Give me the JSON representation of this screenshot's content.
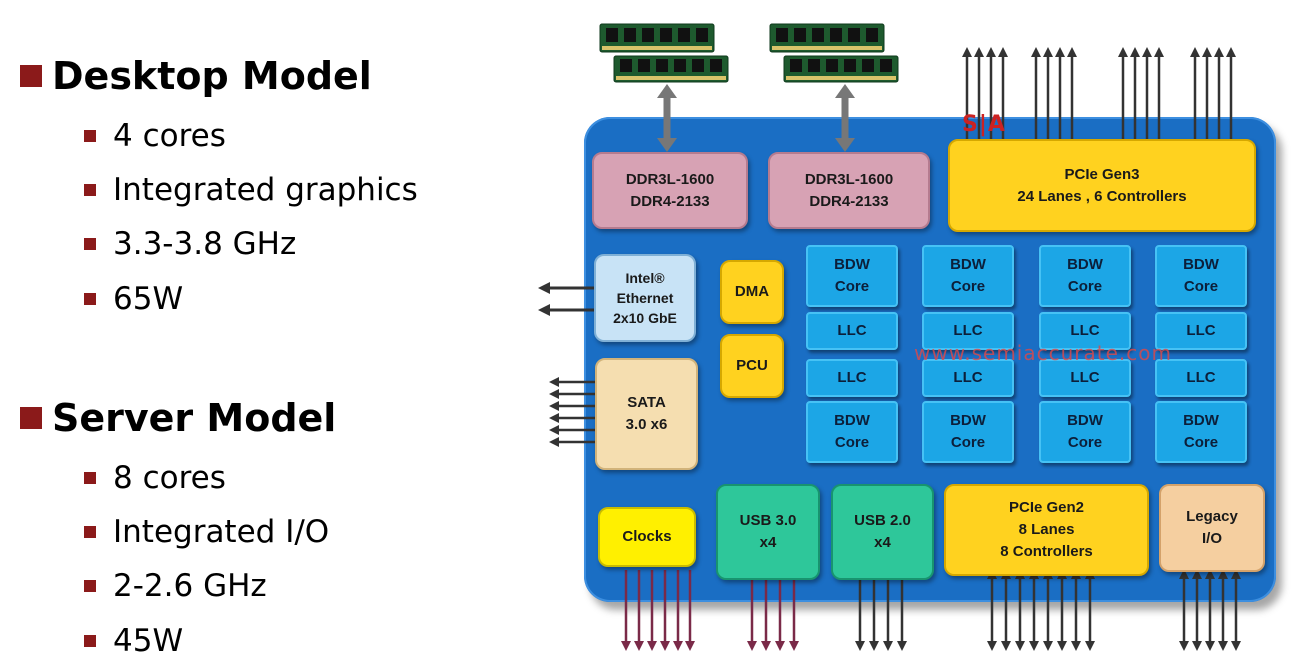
{
  "desktop": {
    "title": "Desktop Model",
    "items": [
      "4 cores",
      "Integrated graphics",
      "3.3-3.8 GHz",
      "65W"
    ]
  },
  "server": {
    "title": "Server Model",
    "items": [
      "8 cores",
      "Integrated I/O",
      "2-2.6 GHz",
      "45W"
    ]
  },
  "diagram": {
    "ddr_a": [
      "DDR3L-1600",
      "DDR4-2133"
    ],
    "ddr_b": [
      "DDR3L-1600",
      "DDR4-2133"
    ],
    "pcie_gen3": [
      "PCIe  Gen3",
      "24 Lanes , 6 Controllers"
    ],
    "ethernet": [
      "Intel®",
      "Ethernet",
      "2x10 GbE"
    ],
    "dma": "DMA",
    "pcu": "PCU",
    "sata": [
      "SATA",
      "3.0 x6"
    ],
    "clocks": "Clocks",
    "usb3": [
      "USB 3.0",
      "x4"
    ],
    "usb2": [
      "USB 2.0",
      "x4"
    ],
    "pcie_gen2": [
      "PCIe  Gen2",
      "8 Lanes",
      "8 Controllers"
    ],
    "legacy": [
      "Legacy",
      "I/O"
    ],
    "core": [
      "BDW",
      "Core"
    ],
    "llc": "LLC",
    "sa_label": "S|A",
    "watermark": "www.semiaccurate.com"
  },
  "colors": {
    "bullet": "#8b1a1a",
    "die": "#1a6ec4",
    "core": "#1ca6e6",
    "pcie": "#ffd21f",
    "usb": "#2ec79a"
  }
}
